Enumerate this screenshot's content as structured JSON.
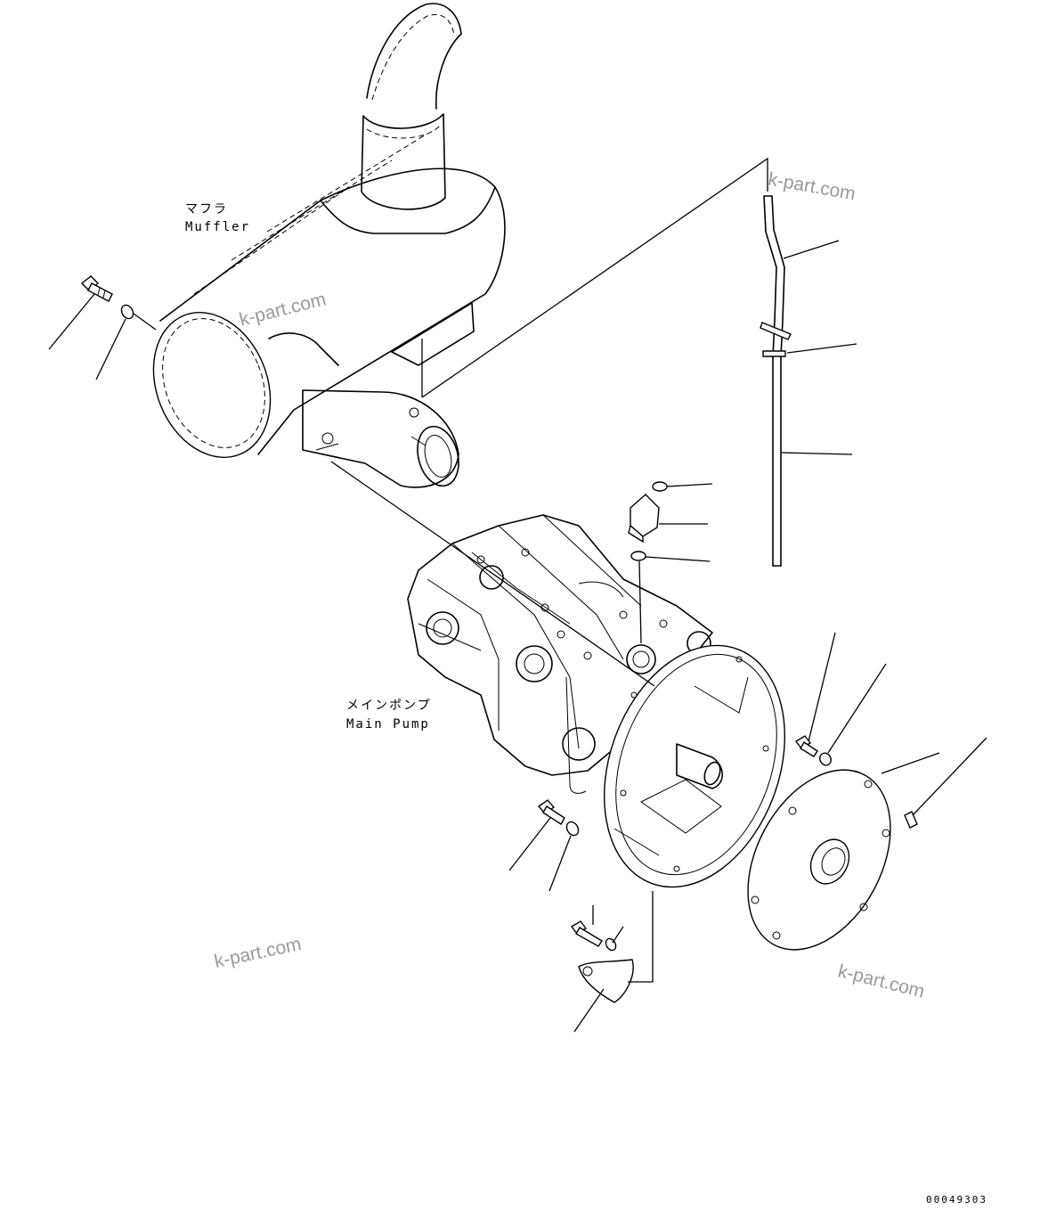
{
  "labels": {
    "muffler_jp": "マフラ",
    "muffler_en": "Muffler",
    "pump_jp": "メインポンプ",
    "pump_en": "Main Pump"
  },
  "watermarks": [
    "k-part.com",
    "k-part.com",
    "k-part.com",
    "k-part.com"
  ],
  "document_number": "00049303"
}
